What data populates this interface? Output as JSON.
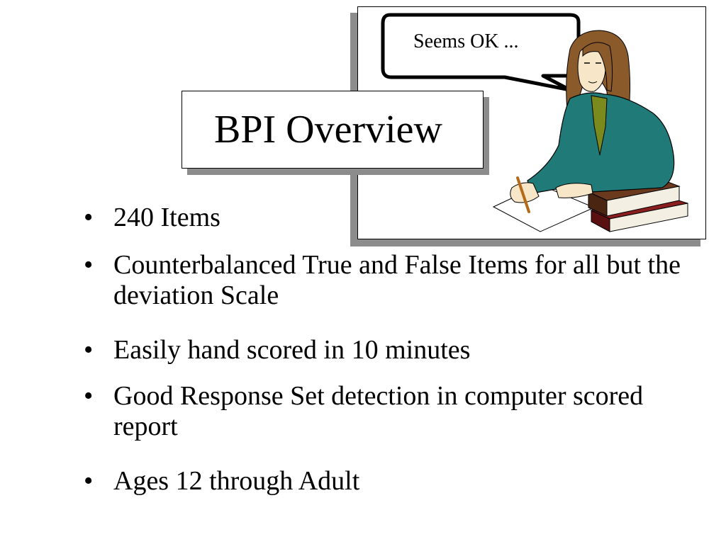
{
  "title": "BPI Overview",
  "speech_bubble": "Seems OK ...",
  "bullet_glyph": "•",
  "bullets": [
    "240 Items",
    "Counterbalanced True and False Items for all but the deviation Scale",
    "Easily hand scored in 10 minutes",
    "Good Response Set detection  in computer scored report",
    "Ages 12 through Adult"
  ],
  "colors": {
    "jacket": "#1f7a78",
    "shirt": "#7a8a1c",
    "hair": "#8b5a2b",
    "skin": "#f7e6c8",
    "book_brown": "#6b3a1e",
    "book_red": "#8a1d1d",
    "shadow": "#8c8c8c"
  }
}
